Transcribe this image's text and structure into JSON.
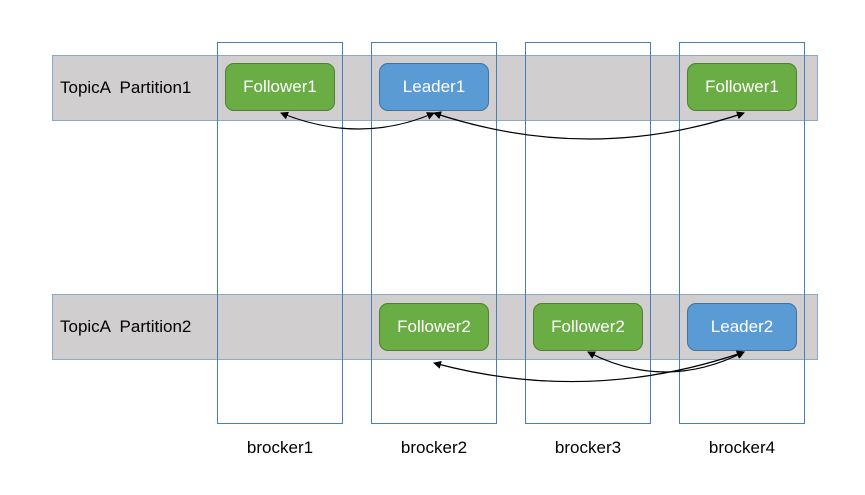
{
  "partitions": [
    {
      "label": "TopicA  Partition1"
    },
    {
      "label": "TopicA  Partition2"
    }
  ],
  "brokers": [
    "brocker1",
    "brocker2",
    "brocker3",
    "brocker4"
  ],
  "partition1_nodes": [
    "Follower1",
    "Leader1",
    "Follower1"
  ],
  "partition2_nodes": [
    "Follower2",
    "Follower2",
    "Leader2"
  ],
  "colors": {
    "follower": "#6aad45",
    "leader": "#5b9bd5",
    "band": "#d0cece",
    "broker_border": "#4a7ebb"
  }
}
